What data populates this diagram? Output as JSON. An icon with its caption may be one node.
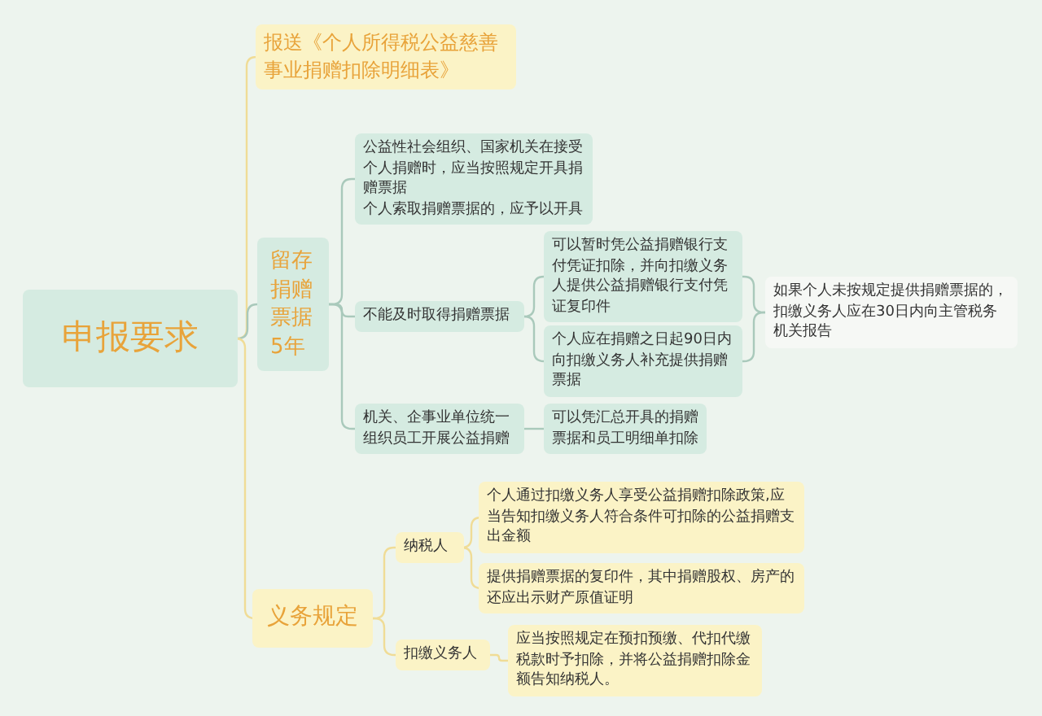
{
  "diagram": {
    "nodes": [
      {
        "text": [
          "申报要求"
        ]
      },
      {
        "text": [
          "报送《个人所得税公益慈善事业捐赠扣除明细表》"
        ]
      },
      {
        "text": [
          "留存捐赠票据5年"
        ]
      },
      {
        "text": [
          "公益性社会组织、国家机关在接受个人捐赠时，应当按照规定开具捐赠票据",
          "个人索取捐赠票据的，应予以开具"
        ]
      },
      {
        "text": [
          "不能及时取得捐赠票据"
        ]
      },
      {
        "text": [
          "可以暂时凭公益捐赠银行支付凭证扣除，并向扣缴义务人提供公益捐赠银行支付凭证复印件"
        ]
      },
      {
        "text": [
          "个人应在捐赠之日起90日内向扣缴义务人补充提供捐赠票据"
        ]
      },
      {
        "text": [
          "如果个人未按规定提供捐赠票据的，扣缴义务人应在30日内向主管税务机关报告"
        ]
      },
      {
        "text": [
          "机关、企事业单位统一组织员工开展公益捐赠"
        ]
      },
      {
        "text": [
          "可以凭汇总开具的捐赠票据和员工明细单扣除"
        ]
      },
      {
        "text": [
          "义务规定"
        ]
      },
      {
        "text": [
          "纳税人"
        ]
      },
      {
        "text": [
          "个人通过扣缴义务人享受公益捐赠扣除政策,应当告知扣缴义务人符合条件可扣除的公益捐赠支出金额"
        ]
      },
      {
        "text": [
          "提供捐赠票据的复印件，其中捐赠股权、房产的还应出示财产原值证明"
        ]
      },
      {
        "text": [
          "扣缴义务人"
        ]
      },
      {
        "text": [
          "应当按照规定在预扣预缴、代扣代缴税款时予扣除，并将公益捐赠扣除金额告知纳税人。"
        ]
      }
    ],
    "edges": [
      {
        "from": 0,
        "to": 1,
        "arrow": "none"
      },
      {
        "from": 0,
        "to": 2,
        "arrow": "none"
      },
      {
        "from": 0,
        "to": 10,
        "arrow": "none"
      },
      {
        "from": 2,
        "to": 3,
        "arrow": "none"
      },
      {
        "from": 2,
        "to": 4,
        "arrow": "none"
      },
      {
        "from": 2,
        "to": 8,
        "arrow": "none"
      },
      {
        "from": 4,
        "to": 5,
        "arrow": "none"
      },
      {
        "from": 4,
        "to": 6,
        "arrow": "none"
      },
      {
        "from": 5,
        "to": 7,
        "arrow": "none"
      },
      {
        "from": 6,
        "to": 7,
        "arrow": "none"
      },
      {
        "from": 8,
        "to": 9,
        "arrow": "none"
      },
      {
        "from": 10,
        "to": 11,
        "arrow": "none"
      },
      {
        "from": 10,
        "to": 14,
        "arrow": "none"
      },
      {
        "from": 11,
        "to": 12,
        "arrow": "none"
      },
      {
        "from": 11,
        "to": 13,
        "arrow": "none"
      },
      {
        "from": 14,
        "to": 15,
        "arrow": "none"
      }
    ]
  }
}
